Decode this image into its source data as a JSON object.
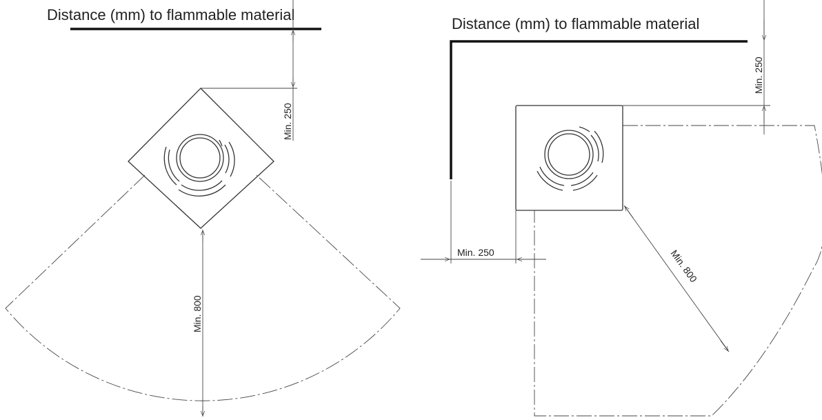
{
  "left_diagram": {
    "title": "Distance (mm) to flammable material",
    "dim_wall": "Min. 250",
    "dim_front": "Min. 800"
  },
  "right_diagram": {
    "title": "Distance (mm) to flammable material",
    "dim_top": "Min. 250",
    "dim_side": "Min. 250",
    "dim_front": "Min. 800"
  },
  "colors": {
    "wall": "#111111",
    "line": "#444444",
    "text": "#222222"
  }
}
